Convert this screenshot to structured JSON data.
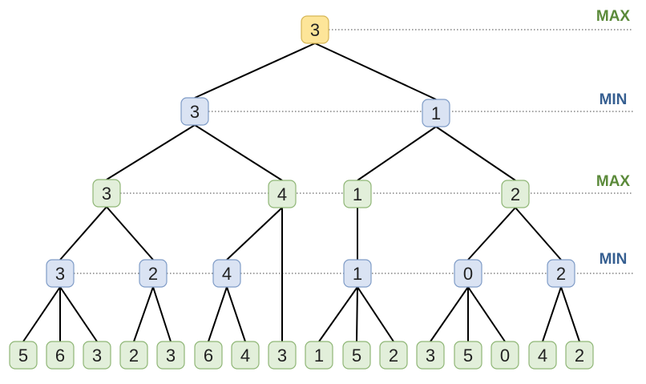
{
  "colors": {
    "max_level": "#5b8a3a",
    "min_level": "#365f91",
    "root_fill": "#fde599",
    "root_stroke": "#d6b656",
    "min_fill": "#dae3f3",
    "min_stroke": "#7f9cc7",
    "max_fill": "#e2efda",
    "max_stroke": "#8fb676",
    "edge": "#000000",
    "guide": "#444444"
  },
  "levels": [
    {
      "id": "L0",
      "label": "MAX",
      "kind": "max"
    },
    {
      "id": "L1",
      "label": "MIN",
      "kind": "min"
    },
    {
      "id": "L2",
      "label": "MAX",
      "kind": "max"
    },
    {
      "id": "L3",
      "label": "MIN",
      "kind": "min"
    }
  ],
  "nodes": [
    {
      "id": "root",
      "value": "3",
      "level": 0,
      "style": "root"
    },
    {
      "id": "a",
      "value": "3",
      "level": 1,
      "parent": "root",
      "style": "min"
    },
    {
      "id": "b",
      "value": "1",
      "level": 1,
      "parent": "root",
      "style": "min"
    },
    {
      "id": "c",
      "value": "3",
      "level": 2,
      "parent": "a",
      "style": "max"
    },
    {
      "id": "d",
      "value": "4",
      "level": 2,
      "parent": "a",
      "style": "max"
    },
    {
      "id": "e",
      "value": "1",
      "level": 2,
      "parent": "b",
      "style": "max"
    },
    {
      "id": "f",
      "value": "2",
      "level": 2,
      "parent": "b",
      "style": "max"
    },
    {
      "id": "g",
      "value": "3",
      "level": 3,
      "parent": "c",
      "style": "min"
    },
    {
      "id": "h",
      "value": "2",
      "level": 3,
      "parent": "c",
      "style": "min"
    },
    {
      "id": "i",
      "value": "4",
      "level": 3,
      "parent": "d",
      "style": "min"
    },
    {
      "id": "j",
      "value": "1",
      "level": 3,
      "parent": "e",
      "style": "min"
    },
    {
      "id": "k",
      "value": "0",
      "level": 3,
      "parent": "f",
      "style": "min"
    },
    {
      "id": "l",
      "value": "2",
      "level": 3,
      "parent": "f",
      "style": "min"
    },
    {
      "id": "m1",
      "value": "5",
      "level": 4,
      "parent": "g",
      "style": "max"
    },
    {
      "id": "m2",
      "value": "6",
      "level": 4,
      "parent": "g",
      "style": "max"
    },
    {
      "id": "m3",
      "value": "3",
      "level": 4,
      "parent": "g",
      "style": "max"
    },
    {
      "id": "m4",
      "value": "2",
      "level": 4,
      "parent": "h",
      "style": "max"
    },
    {
      "id": "m5",
      "value": "3",
      "level": 4,
      "parent": "h",
      "style": "max"
    },
    {
      "id": "m6",
      "value": "6",
      "level": 4,
      "parent": "i",
      "style": "max"
    },
    {
      "id": "m7",
      "value": "4",
      "level": 4,
      "parent": "i",
      "style": "max"
    },
    {
      "id": "m8",
      "value": "3",
      "level": 4,
      "parent": "d",
      "style": "max"
    },
    {
      "id": "m9",
      "value": "1",
      "level": 4,
      "parent": "j",
      "style": "max"
    },
    {
      "id": "m10",
      "value": "5",
      "level": 4,
      "parent": "j",
      "style": "max"
    },
    {
      "id": "m11",
      "value": "2",
      "level": 4,
      "parent": "j",
      "style": "max"
    },
    {
      "id": "m12",
      "value": "3",
      "level": 4,
      "parent": "k",
      "style": "max"
    },
    {
      "id": "m13",
      "value": "5",
      "level": 4,
      "parent": "k",
      "style": "max"
    },
    {
      "id": "m14",
      "value": "0",
      "level": 4,
      "parent": "k",
      "style": "max"
    },
    {
      "id": "m15",
      "value": "4",
      "level": 4,
      "parent": "l",
      "style": "max"
    },
    {
      "id": "m16",
      "value": "2",
      "level": 4,
      "parent": "l",
      "style": "max"
    }
  ]
}
